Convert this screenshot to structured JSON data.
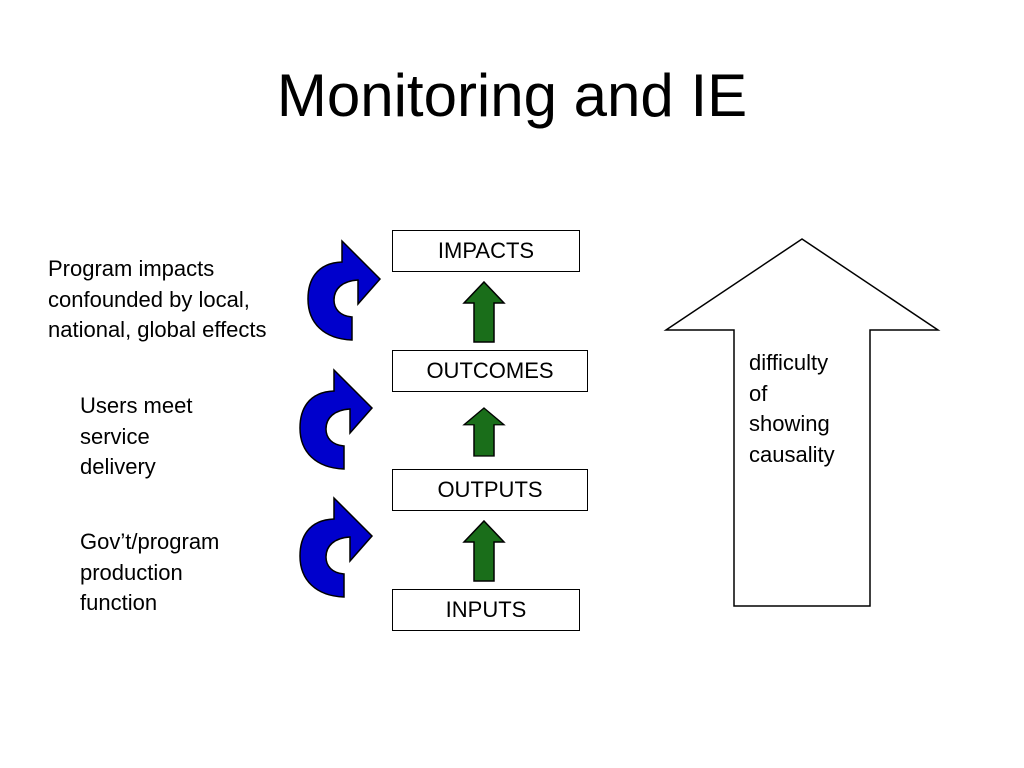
{
  "title": "Monitoring and IE",
  "stages": {
    "impacts": "IMPACTS",
    "outcomes": "OUTCOMES",
    "outputs": "OUTPUTS",
    "inputs": "INPUTS"
  },
  "side_labels": {
    "impacts": "Program impacts\nconfounded by local,\nnational, global effects",
    "outcomes": "Users meet\nservice\ndelivery",
    "outputs": "Gov’t/program\nproduction\nfunction"
  },
  "big_arrow_text": "difficulty\nof\nshowing\ncausality",
  "colors": {
    "up_arrow": "#1a6e1a",
    "curved_arrow": "#0000cc",
    "outline": "#000000"
  },
  "icons": {
    "up_arrow": "green-up-arrow-icon",
    "curved_arrow": "blue-curved-arrow-icon",
    "big_arrow": "large-hollow-up-arrow"
  }
}
